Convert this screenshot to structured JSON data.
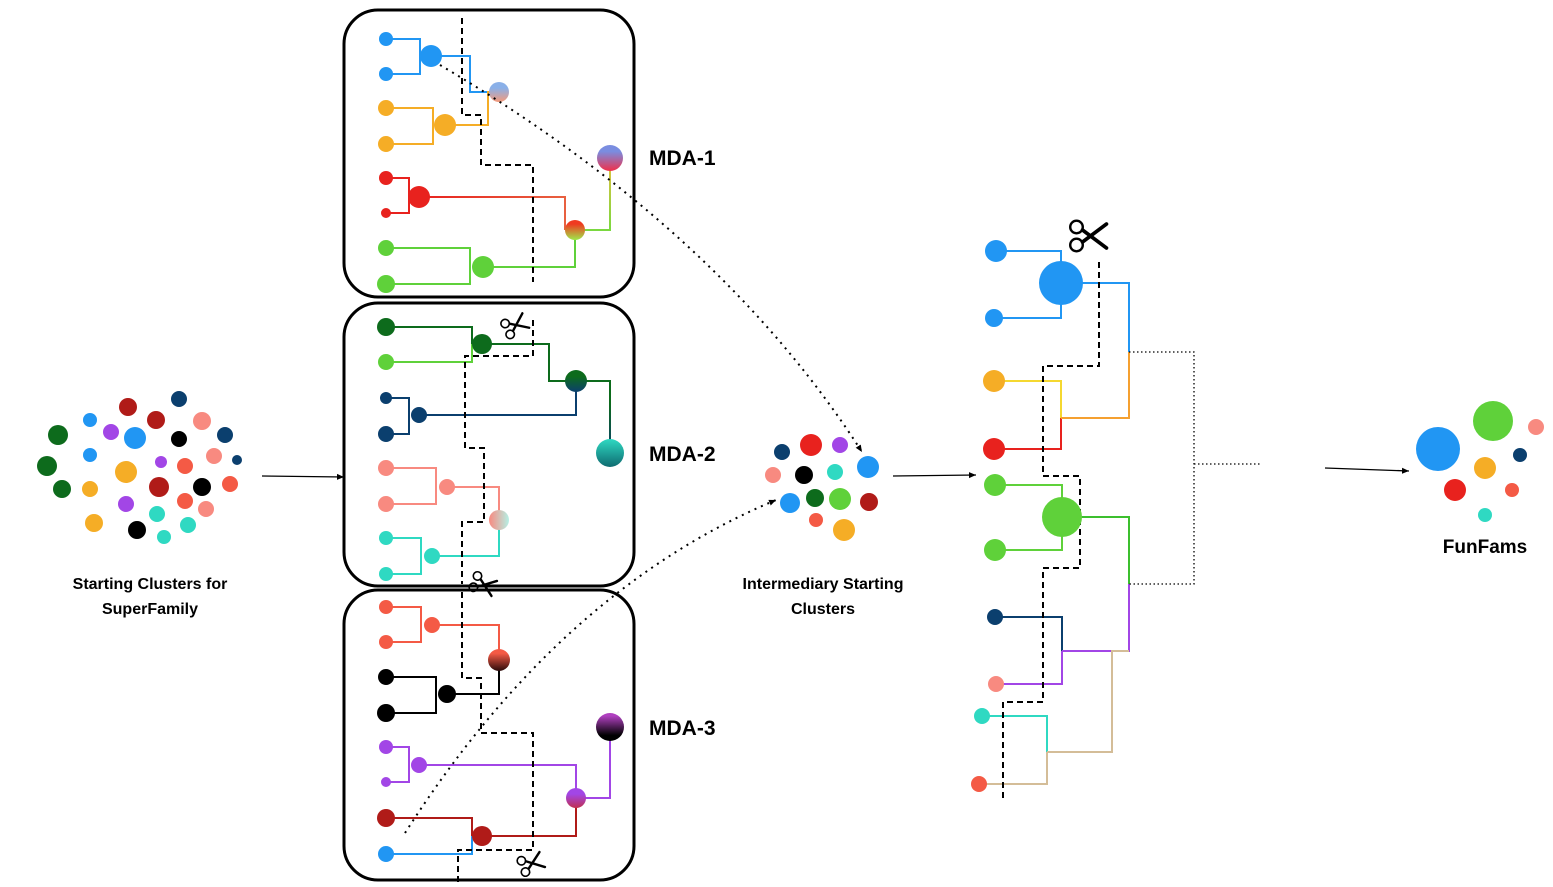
{
  "labels": {
    "starting_line1": "Starting Clusters for",
    "starting_line2": "SuperFamily",
    "intermediary_line1": "Intermediary Starting",
    "intermediary_line2": "Clusters",
    "mda1": "MDA-1",
    "mda2": "MDA-2",
    "mda3": "MDA-3",
    "funfams": "FunFams"
  },
  "icons": [
    "scissors-icon",
    "arrow-icon",
    "cluster-dot-icon"
  ],
  "colors": {
    "blue": "#2196f3",
    "orange": "#f5ad26",
    "red": "#e8221e",
    "green": "#5fd13a",
    "dark_green": "#0d6b1c",
    "navy": "#0b3f6e",
    "salmon": "#f88a80",
    "turquoise": "#2fd9c2",
    "tomato": "#f45a45",
    "black": "#000000",
    "purple": "#a246e6",
    "dark_red": "#b01b18",
    "tan": "#d4bd98"
  }
}
